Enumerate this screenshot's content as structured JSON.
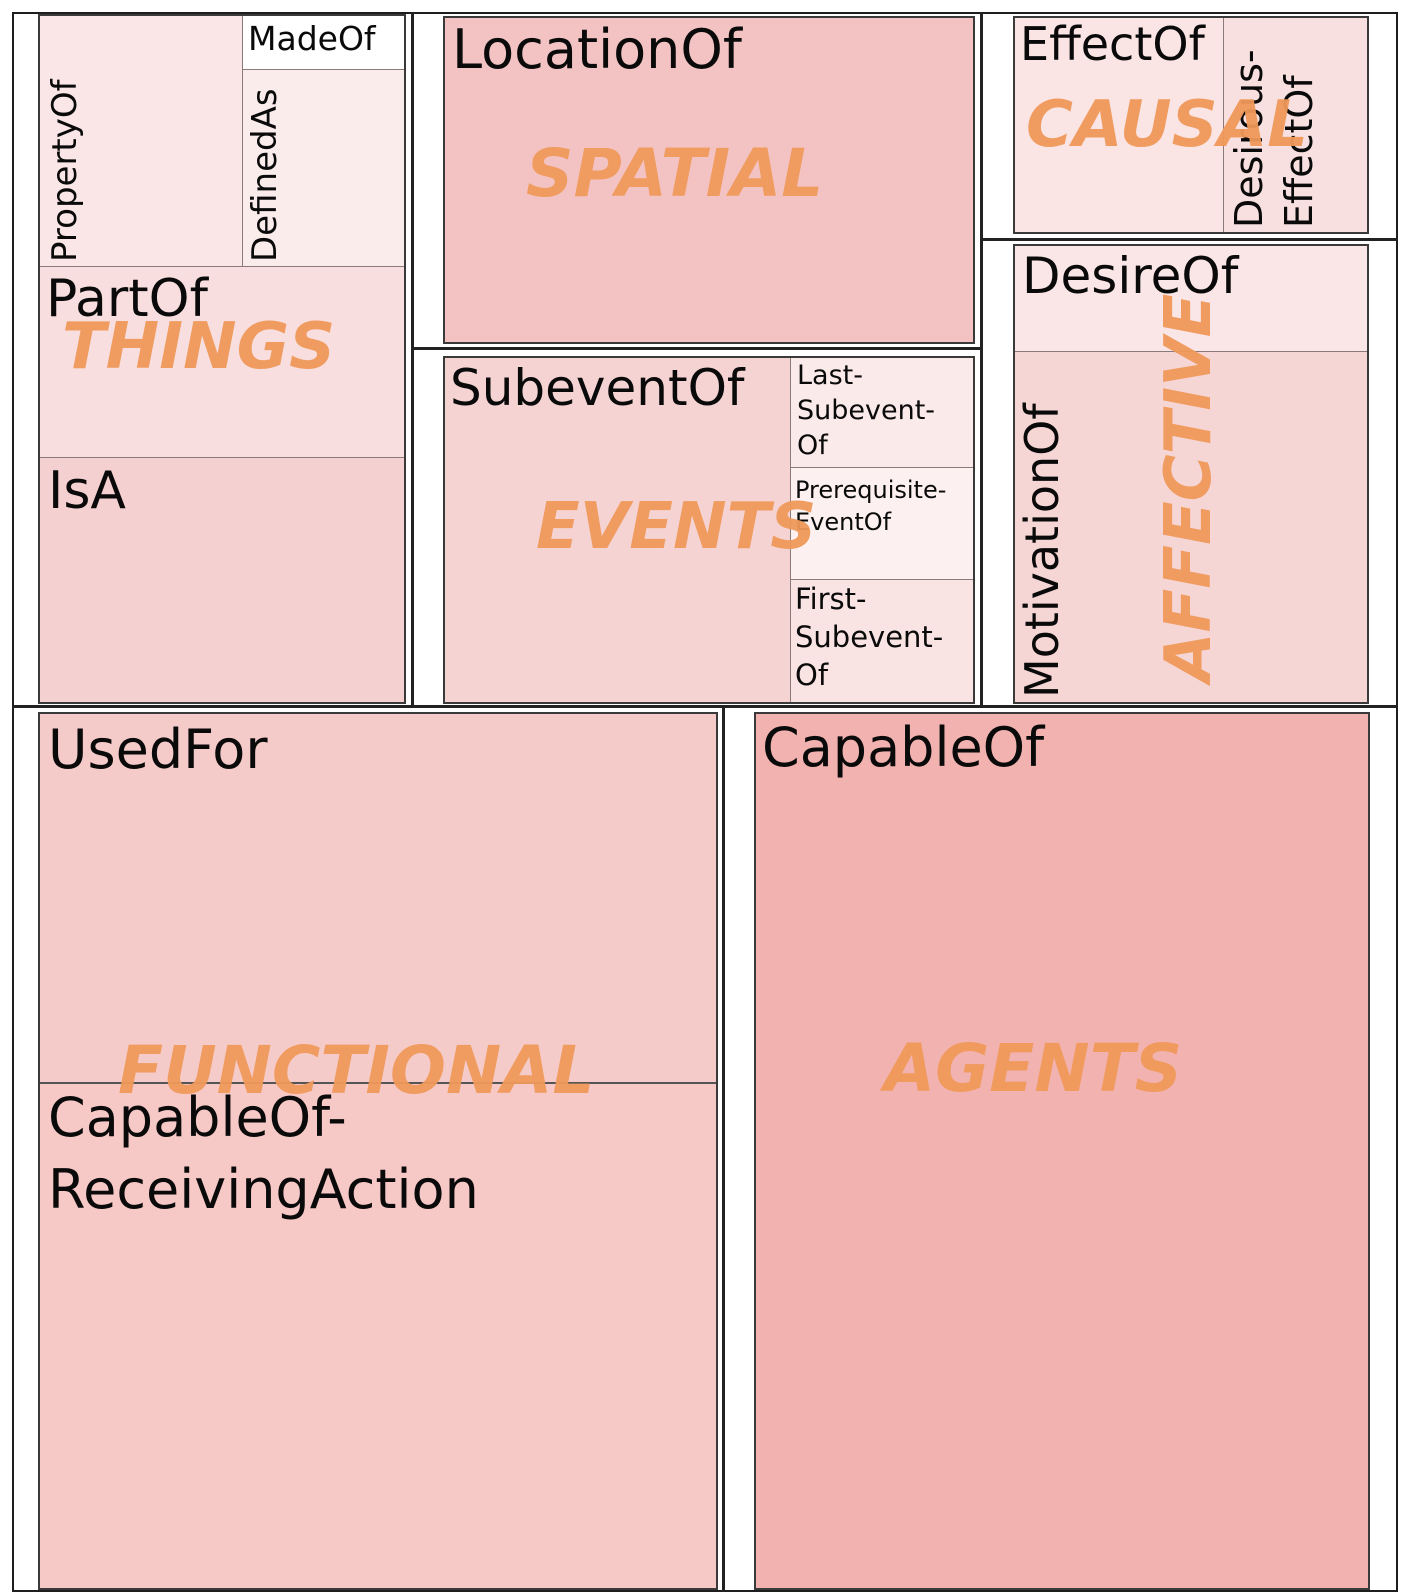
{
  "categories": {
    "things": "THINGS",
    "spatial": "SPATIAL",
    "causal": "CAUSAL",
    "affective": "AFFECTIVE",
    "events": "EVENTS",
    "functional": "FUNCTIONAL",
    "agents": "AGENTS"
  },
  "relations": {
    "property_of": "PropertyOf",
    "made_of": "MadeOf",
    "defined_as": "DefinedAs",
    "part_of": "PartOf",
    "is_a": "IsA",
    "location_of": "LocationOf",
    "effect_of": "EffectOf",
    "desirous_effect_of": [
      "Desirous-",
      "EffectOf"
    ],
    "desire_of": "DesireOf",
    "motivation_of": "MotivationOf",
    "subevent_of": "SubeventOf",
    "last_subevent_of": [
      "Last-",
      "Subevent-",
      "Of"
    ],
    "prerequisite_event_of": [
      "Prerequisite-",
      "EventOf"
    ],
    "first_subevent_of": [
      "First-",
      "Subevent-",
      "Of"
    ],
    "used_for": "UsedFor",
    "capable_of_receiving_action": [
      "CapableOf-",
      "ReceivingAction"
    ],
    "capable_of": "CapableOf"
  },
  "colors": {
    "category_label": "#f0995a",
    "agents_fill": "#f2b2b0",
    "functional_fill": "#f6c8c6",
    "spatial_fill": "#f3bebe",
    "light_fill": "#fbe8e8"
  }
}
